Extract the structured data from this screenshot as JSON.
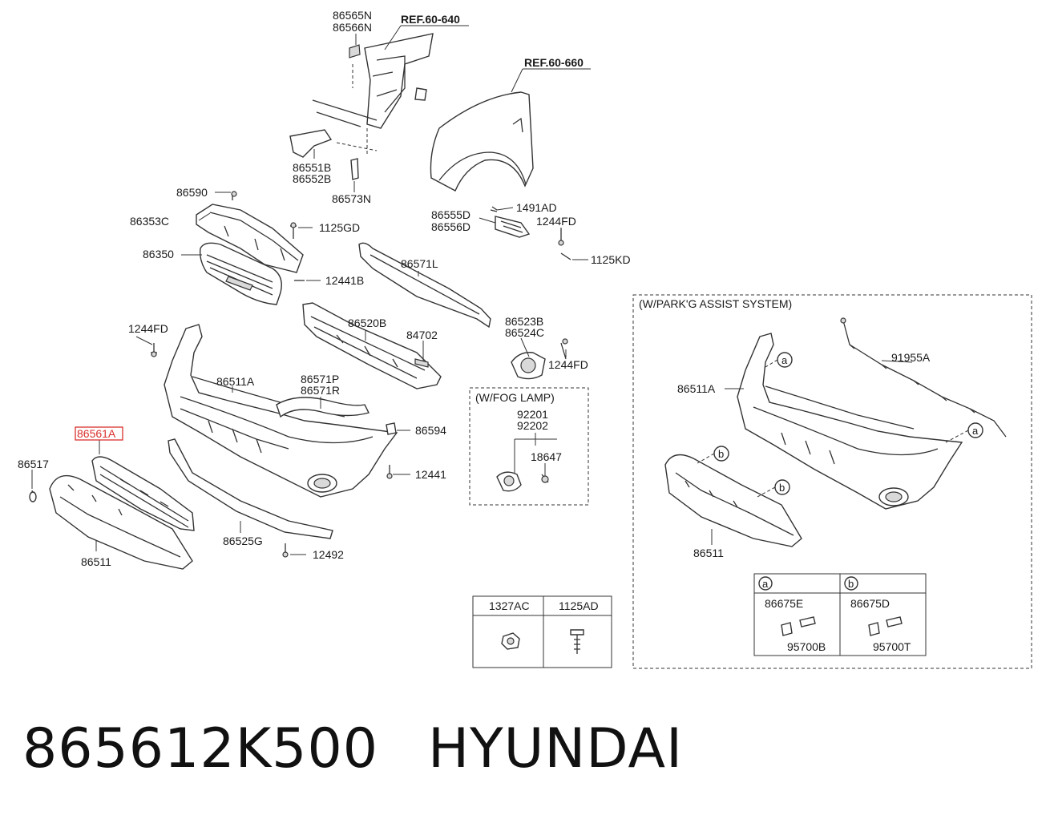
{
  "refs": {
    "ref1": "REF.60-640",
    "ref2": "REF.60-660"
  },
  "labels": {
    "p86565N": "86565N",
    "p86566N": "86566N",
    "p86551B": "86551B",
    "p86552B": "86552B",
    "p86573N": "86573N",
    "p86590": "86590",
    "p86353C": "86353C",
    "p1125GD": "1125GD",
    "p86350": "86350",
    "p12441B": "12441B",
    "p1491AD": "1491AD",
    "p86555D": "86555D",
    "p86556D": "86556D",
    "p1244FD_a": "1244FD",
    "p1125KD": "1125KD",
    "p86571L": "86571L",
    "p86520B": "86520B",
    "p84702": "84702",
    "p86523B": "86523B",
    "p86524C": "86524C",
    "p1244FD_b": "1244FD",
    "p1244FD_c": "1244FD",
    "p86511A": "86511A",
    "p86571P": "86571P",
    "p86571R": "86571R",
    "p86594": "86594",
    "p86561A": "86561A",
    "p86517": "86517",
    "p12441": "12441",
    "p86525G": "86525G",
    "p12492": "12492",
    "p86511": "86511"
  },
  "fog_box": {
    "title": "(W/FOG LAMP)",
    "p92201": "92201",
    "p92202": "92202",
    "p18647": "18647"
  },
  "park_box": {
    "title": "(W/PARK'G ASSIST SYSTEM)",
    "p91955A": "91955A",
    "p86511A": "86511A",
    "p86511": "86511",
    "callout_a": "a",
    "callout_b": "b",
    "table": {
      "a_letter": "a",
      "b_letter": "b",
      "a_part1": "86675E",
      "a_part2": "95700B",
      "b_part1": "86675D",
      "b_part2": "95700T"
    }
  },
  "hardware_table": {
    "col1": "1327AC",
    "col2": "1125AD"
  },
  "highlight": {
    "part": "86561A",
    "color": "#d9302c"
  },
  "footer": {
    "part_number": "865612K500",
    "brand": "HYUNDAI"
  }
}
